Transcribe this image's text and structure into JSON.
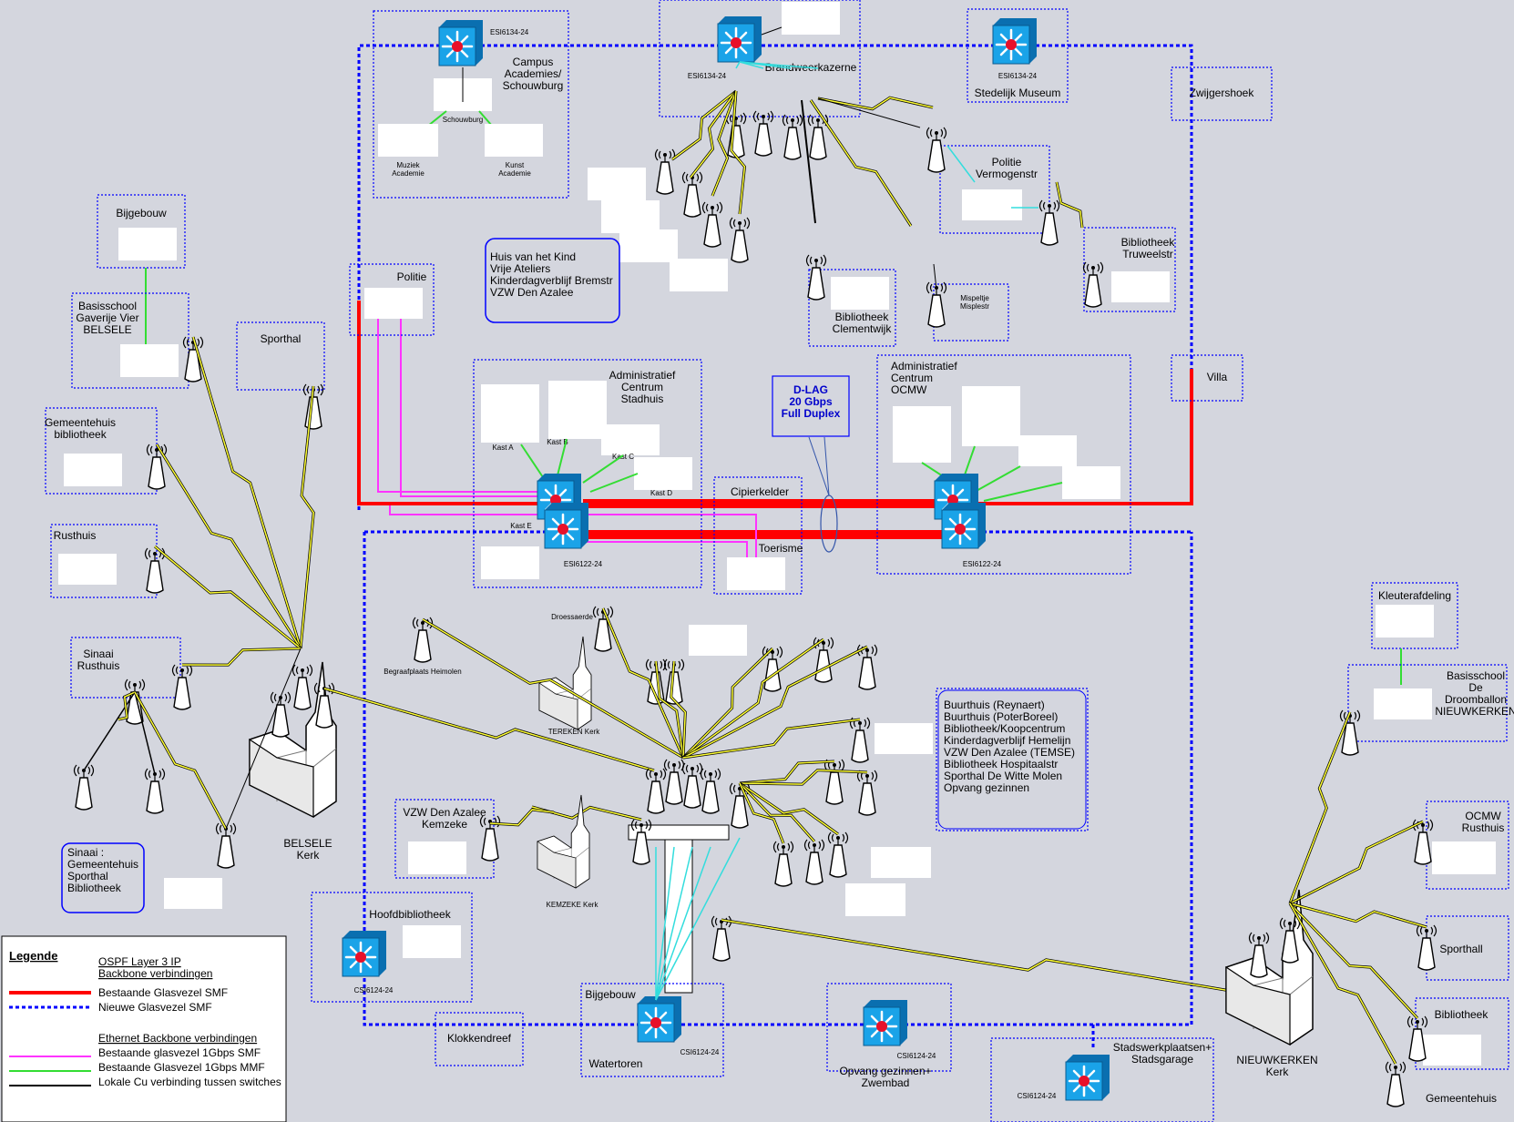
{
  "colors": {
    "background": "#d4d6de",
    "fiber_smf_existing": "#ff0000",
    "fiber_smf_new": "#0000ff",
    "eth_smf": "#ff33ff",
    "eth_mmf": "#33dd33",
    "copper_local": "#000000",
    "wireless_link": "#ffff33",
    "switch_blue": "#1aa3e8",
    "access_line": "#33dddd"
  },
  "switch_labels": {
    "campus": "ESI6134-24",
    "brandweer": "ESI6134-24",
    "museum": "ESI6134-24",
    "admin_stadhuis": "ESI6122-24",
    "admin_ocmw": "ESI6122-24",
    "hoofdbib": "CSI6124-24",
    "watertoren": "CSI6124-24",
    "zwembad": "CSI6124-24",
    "stadswerk": "CSI6124-24"
  },
  "sites": {
    "campus": [
      "Campus",
      "Academies/",
      "Schouwburg"
    ],
    "schouwburg": "Schouwburg",
    "muziek": [
      "Muziek",
      "Academie"
    ],
    "kunst": [
      "Kunst",
      "Academie"
    ],
    "brandweer": "Brandweerkazerne",
    "museum": "Stedelijk Museum",
    "zwijgershoek": "Zwijgershoek",
    "politie_vermoges": [
      "Politie",
      "Vermogenstr"
    ],
    "bib_truweel": [
      "Bibliotheek",
      "Truweelstr"
    ],
    "mispeltje": [
      "Mispeltje",
      "Misplestr"
    ],
    "bib_clement": [
      "Bibliotheek",
      "Clementwijk"
    ],
    "huis_kind": [
      "Huis van het Kind",
      "Vrije Ateliers",
      "Kinderdagverblijf Bremstr",
      "VZW Den Azalee"
    ],
    "bijgebouw_top": "Bijgebouw",
    "basisschool_belsele": [
      "Basisschool",
      "Gaverije Vier",
      "BELSELE"
    ],
    "politie": "Politie",
    "sporthal_belsele": "Sporthal",
    "gemeentehuis_bib": [
      "Gemeentehuis",
      "bibliotheek"
    ],
    "rusthuis": "Rusthuis",
    "sinaai_rusthuis": [
      "Sinaai",
      "Rusthuis"
    ],
    "sinaai_gem": [
      "Sinaai :",
      "Gemeentehuis",
      "Sporthal",
      "Bibliotheek"
    ],
    "belsele_kerk": [
      "BELSELE",
      "Kerk"
    ],
    "admin_stadhuis": [
      "Administratief",
      "Centrum",
      "Stadhuis"
    ],
    "kast_a": "Kast A",
    "kast_b": "Kast B",
    "kast_c": "Kast C",
    "kast_d": "Kast D",
    "kast_e": "Kast E",
    "cipierkelder": "Cipierkelder",
    "toerisme": "Toerisme",
    "villa": "Villa",
    "admin_ocmw": [
      "Administratief",
      "Centrum",
      "OCMW"
    ],
    "dlag": [
      "D-LAG",
      "20 Gbps",
      "Full Duplex"
    ],
    "droessaerde": "Droessaerde",
    "begraaf": "Begraafplaats Heimolen",
    "tereken": "TEREKEN Kerk",
    "kemzeke_kerk": "KEMZEKE Kerk",
    "vzw_kemzeke": [
      "VZW Den Azalee",
      "Kemzeke"
    ],
    "buurthuis": [
      "Buurthuis (Reynaert)",
      "Buurthuis (PoterBoreel)",
      "Bibliotheek/Koopcentrum",
      "Kinderdagverblijf Hemelijn",
      "VZW Den Azalee (TEMSE)",
      "Bibliotheek Hospitaalstr",
      "Sporthal De Witte Molen",
      "Opvang gezinnen"
    ],
    "hoofdbib": "Hoofdbibliotheek",
    "klokkendreef": "Klokkendreef",
    "bijgebouw_water": "Bijgebouw",
    "watertoren": "Watertoren",
    "zwembad": [
      "Opvang gezinnen+",
      "Zwembad"
    ],
    "stadswerk": [
      "Stadswerkplaatsen+",
      "Stadsgarage"
    ],
    "kleuter": "Kleuterafdeling",
    "basisschool_nk": [
      "Basisschool",
      "De",
      "Droomballon",
      "NIEUWKERKEN"
    ],
    "ocmw_rusthuis": [
      "OCMW",
      "Rusthuis"
    ],
    "sporthal_nk": "Sporthall",
    "bib_nk": "Bibliotheek",
    "gemeentehuis_nk": "Gemeentehuis",
    "nieuwkerken_kerk": [
      "NIEUWKERKEN",
      "Kerk"
    ]
  },
  "legend": {
    "title": "Legende",
    "ospf_title": [
      "OSPF Layer 3 IP",
      "Backbone verbindingen"
    ],
    "ospf_items": [
      "Bestaande Glasvezel SMF",
      "Nieuwe Glasvezel SMF"
    ],
    "eth_title": "Ethernet Backbone verbindingen",
    "eth_items": [
      "Bestaande glasvezel 1Gbps SMF",
      "Bestaande Glasvezel 1Gbps MMF",
      "Lokale Cu verbinding tussen switches"
    ]
  }
}
